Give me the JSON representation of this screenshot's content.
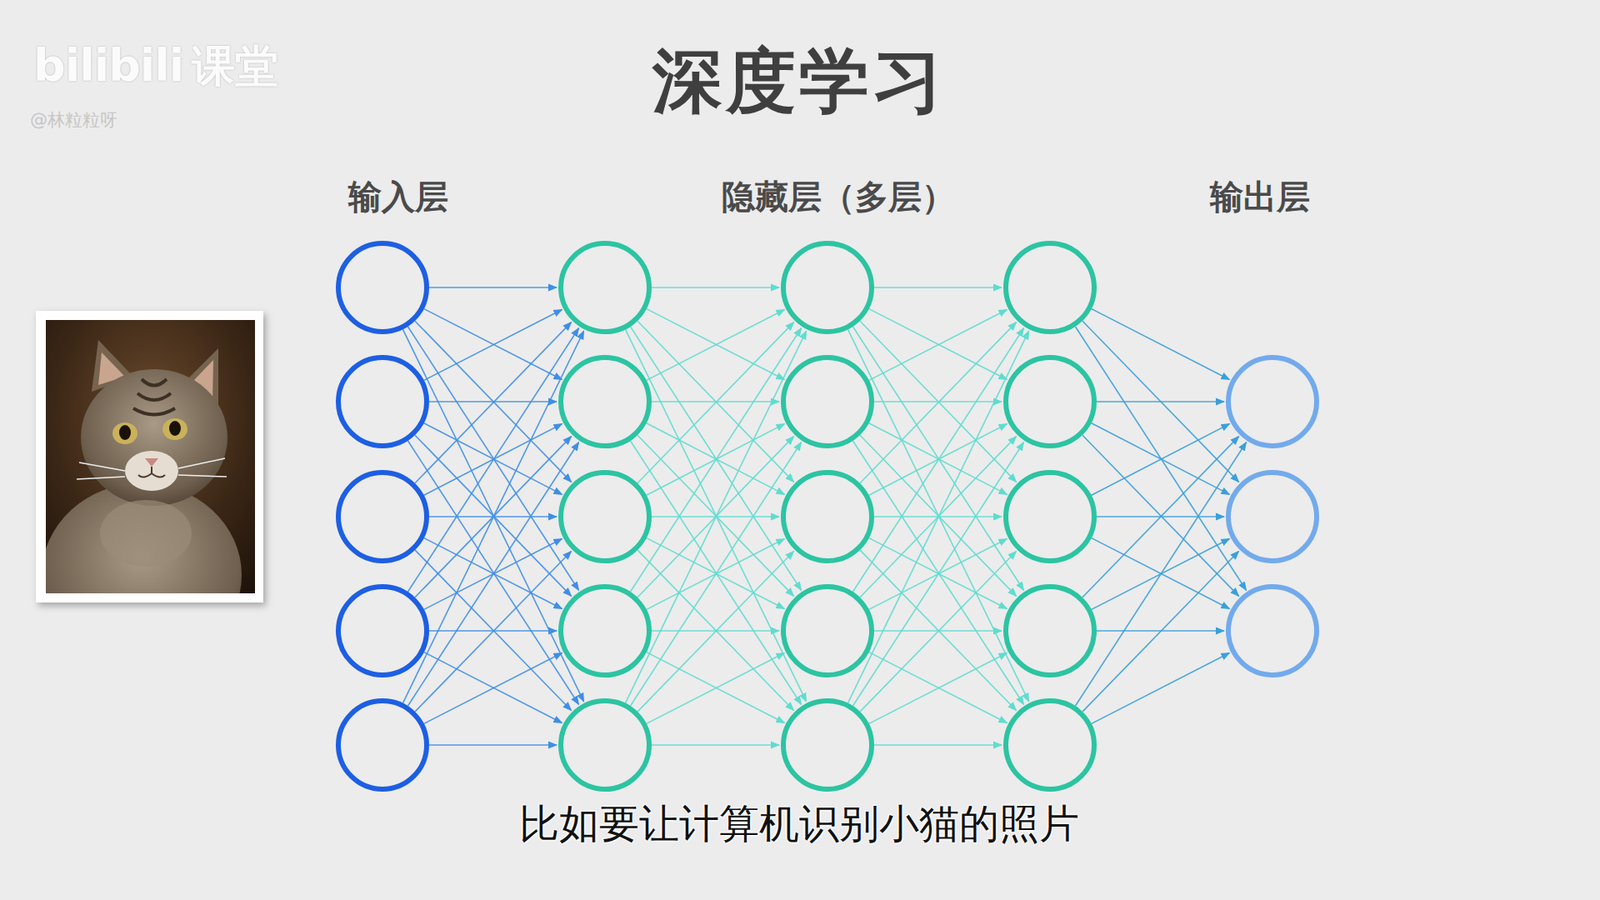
{
  "diagram": {
    "title": "深度学习",
    "caption": "比如要让计算机识别小猫的照片",
    "labels": [
      "输入层",
      "隐藏层（多层）",
      "输出层",
      "bilibili",
      "课堂",
      "@林粒粒呀"
    ]
  }
}
